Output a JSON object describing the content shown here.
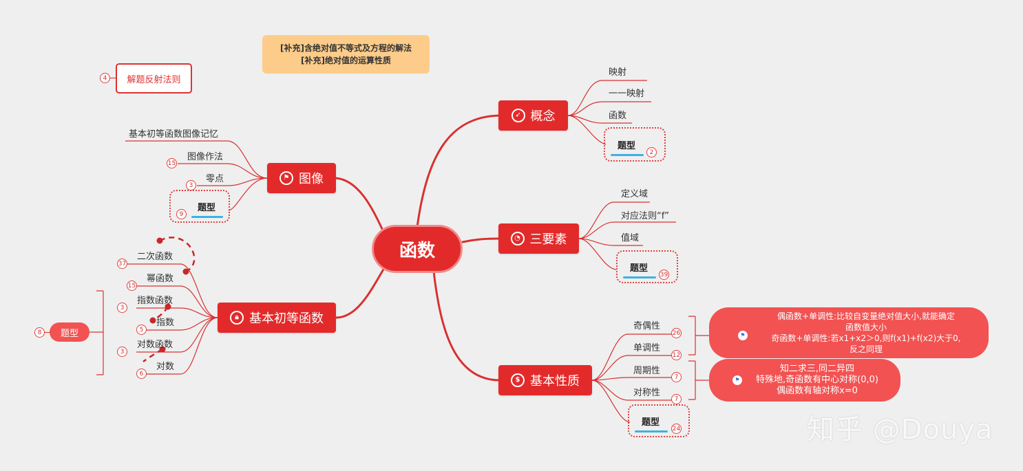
{
  "center": {
    "label": "函数"
  },
  "note": {
    "line1": "[补充]含绝对值不等式及方程的解法",
    "line2": "[补充]绝对值的运算性质"
  },
  "reflect": {
    "label": "解题反射法则",
    "badge": "4"
  },
  "branches": {
    "gainian": {
      "label": "概念",
      "icon": "compass-icon",
      "leaves": [
        "映射",
        "一一映射",
        "函数"
      ],
      "tixing": "题型",
      "tixing_badge": "2"
    },
    "sanyaosu": {
      "label": "三要素",
      "icon": "pie-chart-icon",
      "leaves": [
        "定义域",
        "对应法则“f”",
        "值域"
      ],
      "tixing": "题型",
      "tixing_badge": "39"
    },
    "xingzhi": {
      "label": "基本性质",
      "icon": "dollar-icon",
      "leaves": [
        {
          "label": "奇偶性",
          "badge": "26"
        },
        {
          "label": "单调性",
          "badge": "12"
        },
        {
          "label": "周期性",
          "badge": "7"
        },
        {
          "label": "对称性",
          "badge": "7"
        }
      ],
      "tixing": "题型",
      "tixing_badge": "24",
      "callout1": [
        "偶函数+单调性:比较自变量绝对值大小,就能确定",
        "函数值大小",
        "奇函数+单调性:若x1+x2＞0,则f(x1)+f(x2)大于0,",
        "反之同理"
      ],
      "callout2": [
        "知二求三,同二异四",
        "特殊地,奇函数有中心对称(0,0)",
        "偶函数有轴对称x=0"
      ]
    },
    "tuxiang": {
      "label": "图像",
      "icon": "flag-icon",
      "leaves": [
        {
          "label": "基本初等函数图像记忆",
          "badge": ""
        },
        {
          "label": "图像作法",
          "badge": "15"
        },
        {
          "label": "零点",
          "badge": "3"
        }
      ],
      "tixing": "题型",
      "tixing_badge": "9"
    },
    "jiben": {
      "label": "基本初等函数",
      "icon": "lock-icon",
      "leaves": [
        {
          "label": "二次函数",
          "badge": "37"
        },
        {
          "label": "幂函数",
          "badge": "15"
        },
        {
          "label": "指数函数",
          "badge": "3"
        },
        {
          "label": "指数",
          "badge": "5"
        },
        {
          "label": "对数函数",
          "badge": "3"
        },
        {
          "label": "对数",
          "badge": "6"
        }
      ],
      "tixing": "题型",
      "tixing_badge": "8"
    }
  },
  "watermark": "知乎 @Douya",
  "colors": {
    "primary": "#e32a2a",
    "callout": "#f25252",
    "note_bg": "#fdcc8a",
    "accent_line": "#3bb3e0",
    "background": "#efefef"
  }
}
